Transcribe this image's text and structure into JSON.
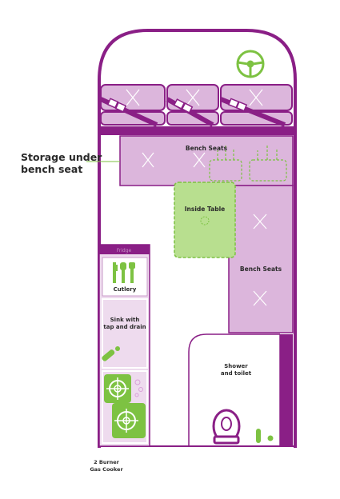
{
  "labels": {
    "storage_line1": "Storage under",
    "storage_line2": "bench seat",
    "bench_seats_top": "Bench Seats",
    "inside_table": "Inside Table",
    "bench_seats_right": "Bench Seats",
    "fridge": "Fridge",
    "cutlery": "Cutlery",
    "sink_line1": "Sink with",
    "sink_line2": "tap and drain",
    "shower_line1": "Shower",
    "shower_line2": "and toilet",
    "cooker_line1": "2 Burner",
    "cooker_line2": "Gas Cooker"
  },
  "colors": {
    "outline": "#8a1f86",
    "seat_fill": "#dcb6dc",
    "cabinet_fill": "#eedbee",
    "green": "#7dc242",
    "green_light": "#b8df8f",
    "white": "#ffffff"
  },
  "icons": {
    "steering": "steering-wheel-icon",
    "cutlery": "cutlery-icon",
    "tap": "tap-icon",
    "burner": "gas-burner-icon",
    "toilet": "toilet-icon"
  }
}
